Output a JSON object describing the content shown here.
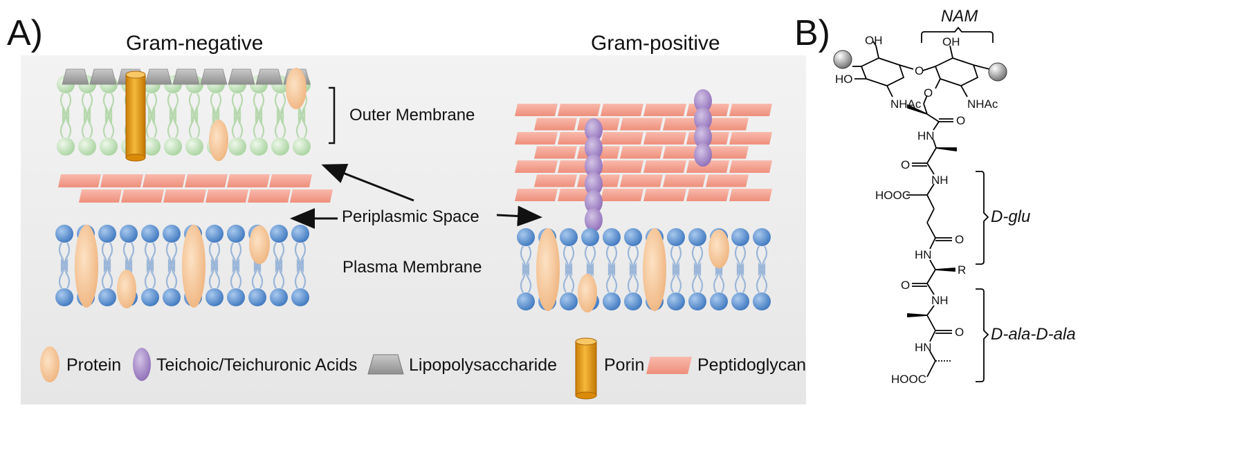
{
  "panel_a": {
    "label": "A)",
    "gram_negative_title": "Gram-negative",
    "gram_positive_title": "Gram-positive",
    "outer_membrane_label": "Outer Membrane",
    "periplasmic_label": "Periplasmic Space",
    "plasma_membrane_label": "Plasma Membrane"
  },
  "legend": {
    "protein": "Protein",
    "teichoic": "Teichoic/Teichuronic Acids",
    "lps": "Lipopolysaccharide",
    "porin": "Porin",
    "peptidoglycan": "Peptidoglycan"
  },
  "panel_b": {
    "label": "B)",
    "nam": "NAM",
    "dglu": "D-glu",
    "dala": "D-ala-D-ala",
    "atoms": {
      "oh1": "OH",
      "oh2": "OH",
      "ho": "HO",
      "o_link": "O",
      "nhac1": "NHAc",
      "nhac2": "NHAc",
      "o_ether": "O",
      "o1": "O",
      "hn1": "HN",
      "o2": "O",
      "nh1": "NH",
      "hooc1": "HOOC",
      "o3": "O",
      "hn2": "HN",
      "r": "R",
      "o4": "O",
      "nh2": "NH",
      "o5": "O",
      "hn3": "HN",
      "hooc2": "HOOC"
    }
  },
  "colors": {
    "peptidoglycan": "#f4a090",
    "protein": "#f5c79c",
    "teichoic": "#a58bc4",
    "lps": "#a8a8a8",
    "porin": "#e9a11c",
    "outer_head": "#bfe0b8",
    "plasma_head": "#5b93cf",
    "background_panel": "#eeeeee"
  }
}
